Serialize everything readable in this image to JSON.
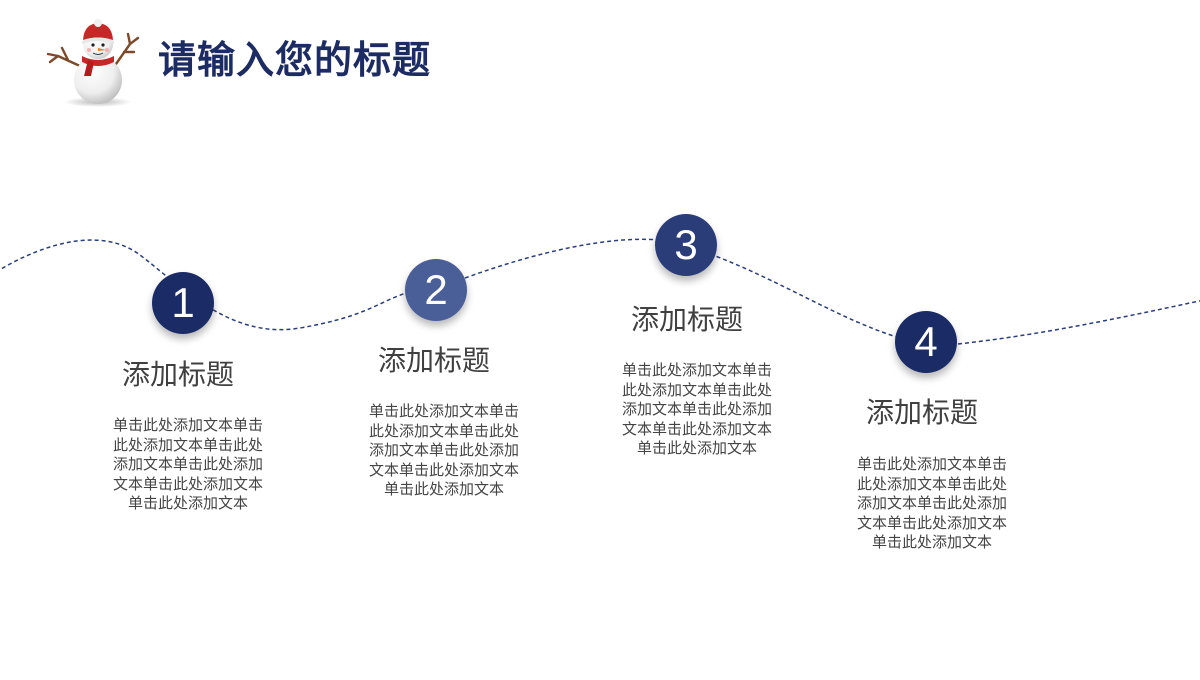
{
  "header": {
    "title": "请输入您的标题",
    "logo_icon": "snowman-icon"
  },
  "colors": {
    "title": "#1c2c63",
    "dark_circle": "#1b2b66",
    "light_circle": "#4a5f97",
    "dashed_path": "#2a3f7a",
    "text": "#404040"
  },
  "steps": [
    {
      "number": "1",
      "title": "添加标题",
      "body": "单击此处添加文本单击此处添加文本单击此处添加文本单击此处添加文本单击此处添加文本单击此处添加文本"
    },
    {
      "number": "2",
      "title": "添加标题",
      "body": "单击此处添加文本单击此处添加文本单击此处添加文本单击此处添加文本单击此处添加文本单击此处添加文本"
    },
    {
      "number": "3",
      "title": "添加标题",
      "body": "单击此处添加文本单击此处添加文本单击此处添加文本单击此处添加文本单击此处添加文本单击此处添加文本"
    },
    {
      "number": "4",
      "title": "添加标题",
      "body": "单击此处添加文本单击此处添加文本单击此处添加文本单击此处添加文本单击此处添加文本单击此处添加文本"
    }
  ]
}
